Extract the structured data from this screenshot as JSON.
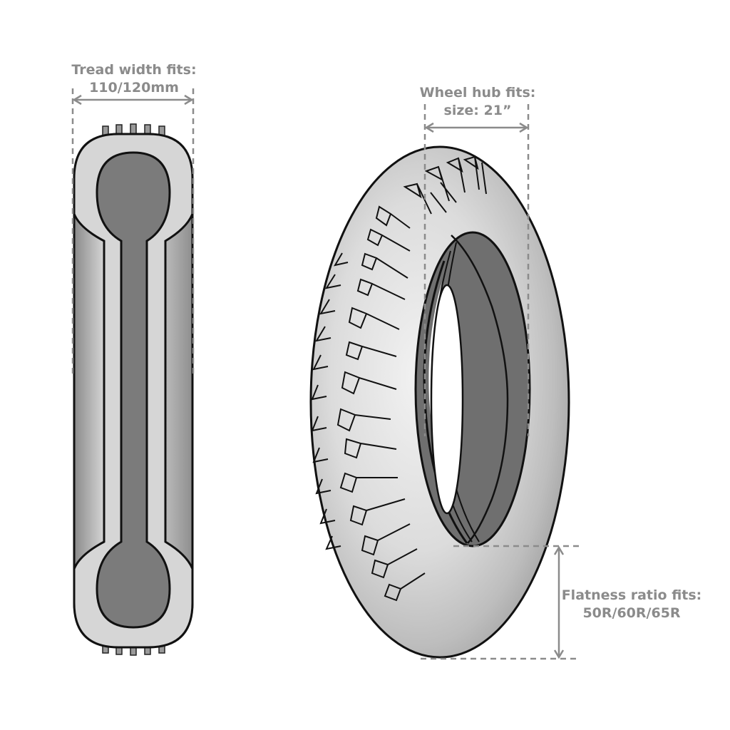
{
  "annotations": {
    "tread_width": {
      "line1": "Tread width fits:",
      "line2": "110/120mm"
    },
    "wheel_hub": {
      "line1": "Wheel hub fits:",
      "line2": "size: 21”"
    },
    "flatness_ratio": {
      "line1": "Flatness ratio fits:",
      "line2": "50R/60R/65R"
    }
  },
  "colors": {
    "dimension_line": "#8b8b8b",
    "outline": "#111111",
    "rubber_light": "#d3d3d3",
    "rubber_dark": "#7a7a7a",
    "inner_dark": "#5f5f5f"
  },
  "icons": [
    "tire-cross-section",
    "tire-three-quarter-view"
  ]
}
